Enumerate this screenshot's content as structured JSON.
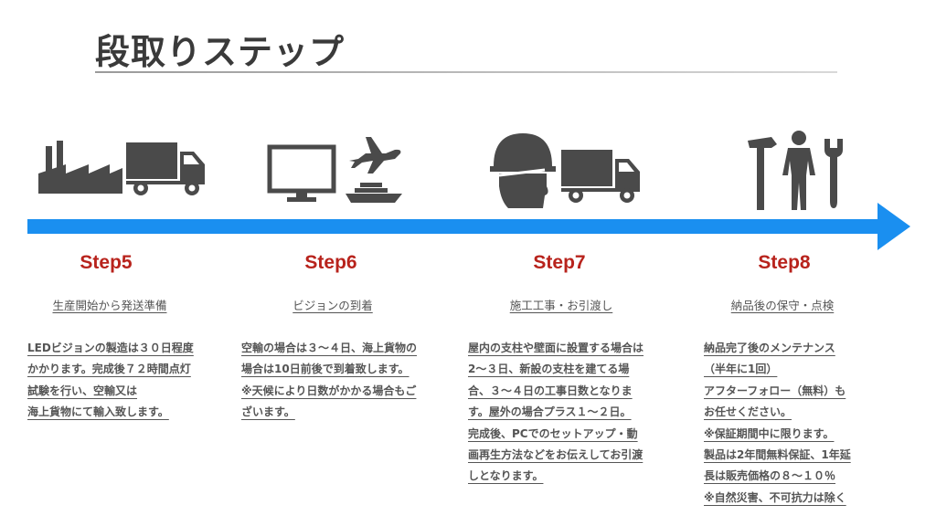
{
  "page": {
    "title": "段取りステップ"
  },
  "colors": {
    "arrow": "#1a8ff0",
    "step_title": "#b8231c",
    "icon": "#4a4a4a"
  },
  "steps": [
    {
      "title": "Step5",
      "subtitle": "生産開始から発送準備",
      "icons": [
        "factory-icon",
        "truck-icon"
      ],
      "lines": [
        "LEDビジョンの製造は３０日程度",
        "かかります。完成後７２時間点灯",
        "試験を行い、空輸又は",
        "海上貨物にて輸入致します。"
      ]
    },
    {
      "title": "Step6",
      "subtitle": "ビジョンの到着",
      "icons": [
        "monitor-icon",
        "airplane-icon",
        "ship-icon"
      ],
      "lines": [
        "空輸の場合は３〜４日、海上貨物の",
        "場合は10日前後で到着致します。",
        "※天候により日数がかかる場合もご",
        "ざいます。"
      ]
    },
    {
      "title": "Step7",
      "subtitle": "施工工事・お引渡し",
      "icons": [
        "hard-hat-worker-icon",
        "truck-icon"
      ],
      "lines": [
        "屋内の支柱や壁面に設置する場合は",
        "2〜３日、新設の支柱を建てる場",
        "合、３〜４日の工事日数となりま",
        "す。屋外の場合プラス１〜２日。",
        "完成後、PCでのセットアップ・動",
        "画再生方法などをお伝えしてお引渡",
        "しとなります。"
      ]
    },
    {
      "title": "Step8",
      "subtitle": "納品後の保守・点検",
      "icons": [
        "hammer-icon",
        "worker-icon",
        "wrench-icon"
      ],
      "lines": [
        "納品完了後のメンテナンス",
        "（半年に1回）",
        "アフターフォロー（無料）も",
        "お任せください。",
        "※保証期間中に限ります。",
        "製品は2年間無料保証、1年延",
        "長は販売価格の８〜１０％",
        "※自然災害、不可抗力は除く"
      ]
    }
  ]
}
